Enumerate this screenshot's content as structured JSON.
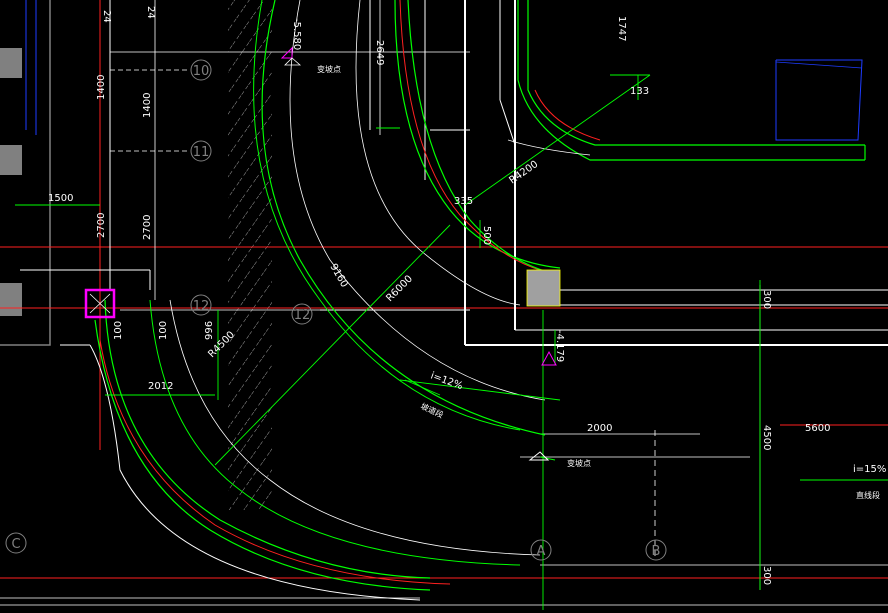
{
  "colors": {
    "background": "#000000",
    "white": "#ffffff",
    "green": "#00ff00",
    "red": "#ff2020",
    "magenta": "#ff00ff",
    "gray": "#808080",
    "blue": "#1e3cff"
  },
  "grid_axes": {
    "axis_10": "10",
    "axis_11": "11",
    "axis_12a": "12",
    "axis_12b": "12",
    "axis_a": "A",
    "axis_b": "B",
    "axis_c": "C"
  },
  "dimensions": {
    "d24a": "24",
    "d24b": "24",
    "d1400a": "1400",
    "d1400b": "1400",
    "d1500": "1500",
    "d2700a": "2700",
    "d2700b": "2700",
    "d100a": "100",
    "d100b": "100",
    "d996": "996",
    "d2012": "2012",
    "d2649": "2649",
    "d1747": "1747",
    "d133": "133",
    "d335": "335",
    "d500": "500",
    "d2000": "2000",
    "d5600": "5600",
    "d4500": "4500",
    "d300a": "300",
    "d300b": "300"
  },
  "radii": {
    "r4200": "R4200",
    "r6000": "R6000",
    "r4500": "R4500",
    "r9160": "9160"
  },
  "elevations": {
    "e1": "-5.580",
    "e2": "-4.179"
  },
  "slopes": {
    "s1": "i=12%",
    "s2": "i=15%"
  },
  "notes": {
    "change_point_1": "变坡点",
    "change_point_2": "变坡点",
    "slope_section_1": "坡道段",
    "slope_section_2": "直线段"
  }
}
